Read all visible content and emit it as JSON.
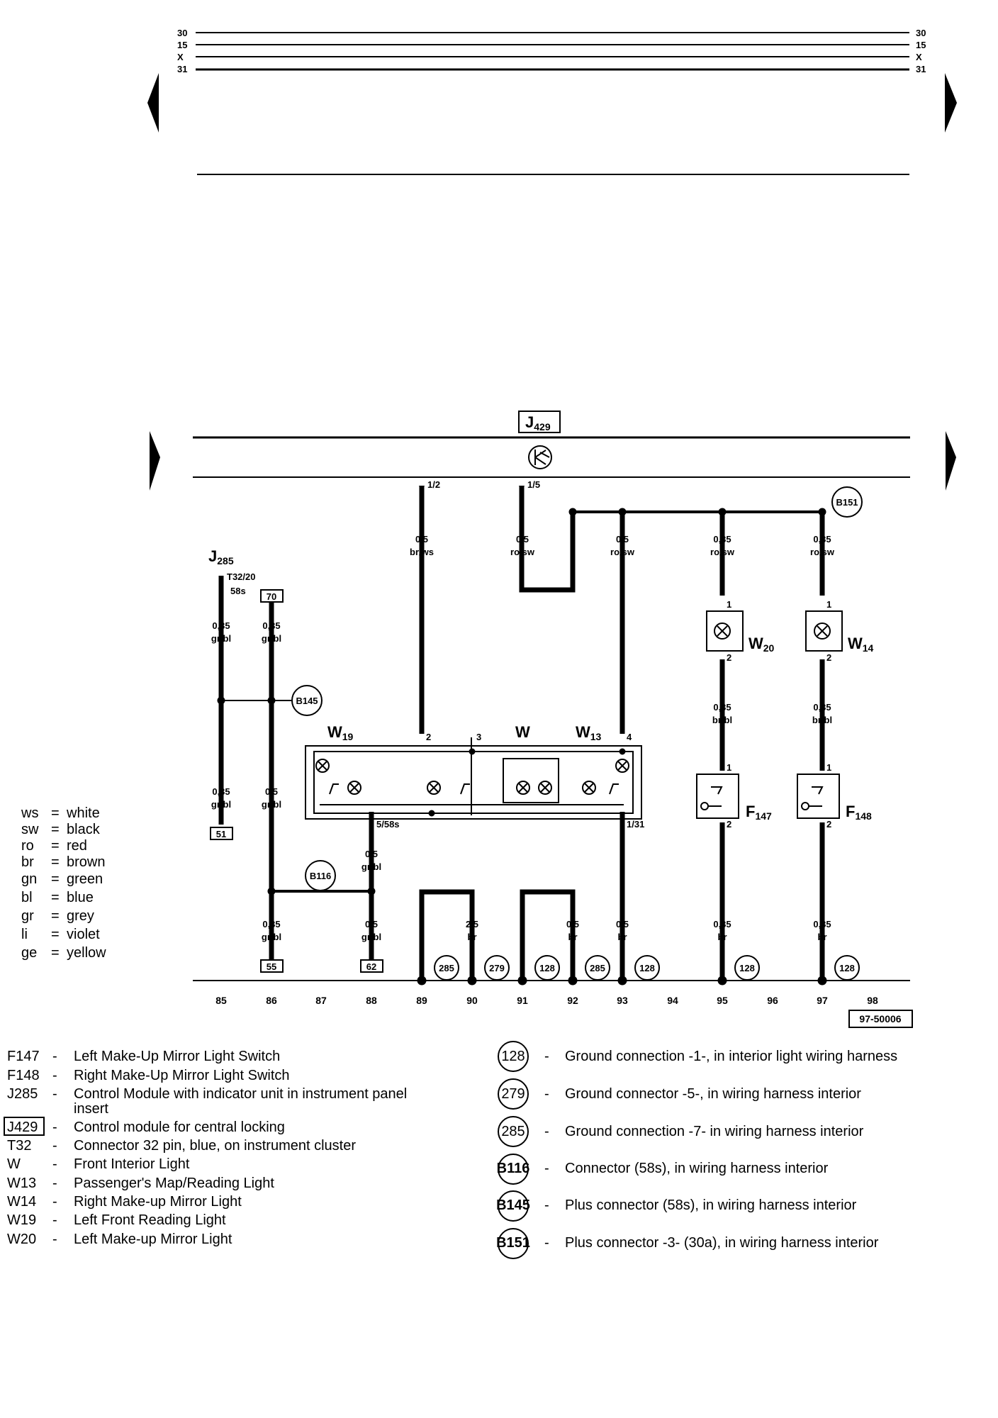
{
  "rail_labels": [
    "30",
    "15",
    "X",
    "31"
  ],
  "j429": {
    "code": "J",
    "sub": "429"
  },
  "j285": {
    "code": "J",
    "sub": "285",
    "pin": "T32/20",
    "pin_sub": "58s"
  },
  "components": {
    "w19": {
      "code": "W",
      "sub": "19"
    },
    "w": {
      "code": "W"
    },
    "w13": {
      "code": "W",
      "sub": "13"
    },
    "w20": {
      "code": "W",
      "sub": "20"
    },
    "w14": {
      "code": "W",
      "sub": "14"
    },
    "f147": {
      "code": "F",
      "sub": "147"
    },
    "f148": {
      "code": "F",
      "sub": "148"
    }
  },
  "pins": {
    "j429_1": "1/2",
    "j429_2": "1/5",
    "w_2": "2",
    "w_3": "3",
    "w_4": "4",
    "w_5": "5/58s",
    "w_131": "1/31",
    "w20_1": "1",
    "w20_2": "2",
    "w14_1": "1",
    "w14_2": "2",
    "f147_1": "1",
    "f147_2": "2",
    "f148_1": "1",
    "f148_2": "2"
  },
  "wire_labels": {
    "j429_brws": [
      "0,5",
      "br/ws"
    ],
    "j429_rosw": [
      "0,5",
      "ro/sw"
    ],
    "w13_rosw": [
      "0,5",
      "ro/sw"
    ],
    "w20_rosw": [
      "0,35",
      "ro/sw"
    ],
    "w14_rosw": [
      "0,35",
      "ro/sw"
    ],
    "w20_brbl": [
      "0,35",
      "br/bl"
    ],
    "w14_brbl": [
      "0,35",
      "br/bl"
    ],
    "c85_top": [
      "0,35",
      "gr/bl"
    ],
    "c86_top": [
      "0,35",
      "gr/bl"
    ],
    "c85_bot": [
      "0,35",
      "gr/bl"
    ],
    "c86_mid": [
      "0,5",
      "gr/bl"
    ],
    "c88_mid": [
      "0,5",
      "gr/bl"
    ],
    "c86_bot": [
      "0,35",
      "gr/bl"
    ],
    "c88_bot": [
      "0,5",
      "gr/bl"
    ],
    "c90_br": [
      "2,5",
      "br"
    ],
    "c92_br": [
      "0,5",
      "br"
    ],
    "c93_br": [
      "0,5",
      "br"
    ],
    "c95_br": [
      "0,35",
      "br"
    ],
    "c97_br": [
      "0,35",
      "br"
    ]
  },
  "boxes": {
    "t70": "70",
    "t51": "51",
    "t55": "55",
    "t62": "62"
  },
  "circles": {
    "b145": "B145",
    "b151": "B151",
    "b116": "B116",
    "g285a": "285",
    "g279": "279",
    "g128a": "128",
    "g285b": "285",
    "g128b": "128",
    "g128c": "128",
    "g128d": "128"
  },
  "column_numbers": [
    "85",
    "86",
    "87",
    "88",
    "89",
    "90",
    "91",
    "92",
    "93",
    "94",
    "95",
    "96",
    "97",
    "98"
  ],
  "figure_code": "97-50006",
  "color_key": [
    {
      "code": "ws",
      "name": "white"
    },
    {
      "code": "sw",
      "name": "black"
    },
    {
      "code": "ro",
      "name": "red"
    },
    {
      "code": "br",
      "name": "brown"
    },
    {
      "code": "gn",
      "name": "green"
    },
    {
      "code": "bl",
      "name": "blue"
    },
    {
      "code": "gr",
      "name": "grey"
    },
    {
      "code": "li",
      "name": "violet"
    },
    {
      "code": "ge",
      "name": "yellow"
    }
  ],
  "legend_components": [
    {
      "code": "F147",
      "desc": "Left Make-Up Mirror Light Switch"
    },
    {
      "code": "F148",
      "desc": "Right Make-Up Mirror Light Switch"
    },
    {
      "code": "J285",
      "desc": "Control Module with indicator unit in instrument panel",
      "desc2": "insert"
    },
    {
      "code": "J429",
      "desc": "Control module for central locking",
      "boxed": true
    },
    {
      "code": "T32",
      "desc": "Connector 32 pin, blue, on instrument cluster"
    },
    {
      "code": "W",
      "desc": "Front Interior Light"
    },
    {
      "code": "W13",
      "desc": "Passenger's Map/Reading Light"
    },
    {
      "code": "W14",
      "desc": "Right Make-up Mirror Light"
    },
    {
      "code": "W19",
      "desc": "Left Front Reading Light"
    },
    {
      "code": "W20",
      "desc": "Left Make-up Mirror Light"
    }
  ],
  "legend_connections": [
    {
      "symbol": "128",
      "desc": "Ground connection -1-, in interior light wiring harness"
    },
    {
      "symbol": "279",
      "desc": "Ground connector -5-, in wiring harness interior"
    },
    {
      "symbol": "285",
      "desc": "Ground connection -7- in wiring harness interior"
    },
    {
      "symbol": "B116",
      "desc": "Connector (58s), in wiring harness interior"
    },
    {
      "symbol": "B145",
      "desc": "Plus connector (58s), in wiring harness interior"
    },
    {
      "symbol": "B151",
      "desc": "Plus connector -3- (30a), in wiring harness interior"
    }
  ],
  "dash": "-"
}
